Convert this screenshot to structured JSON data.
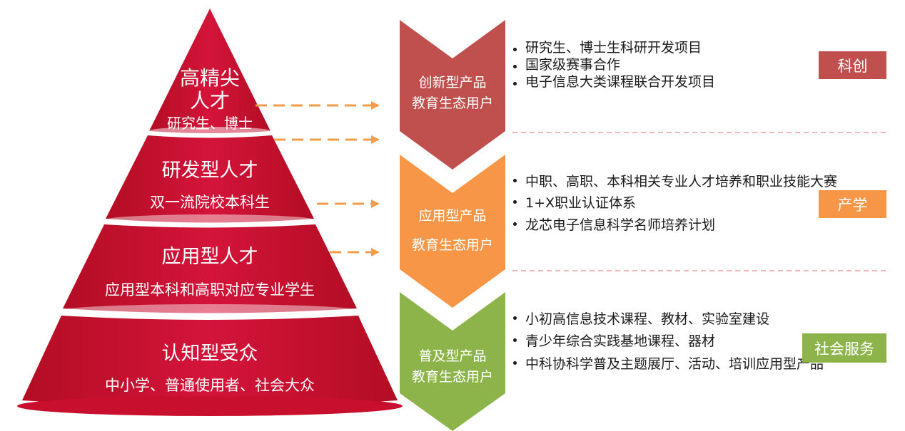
{
  "pyramid": {
    "tiers": [
      {
        "title_line1": "高精尖",
        "title_line2": "人才",
        "subtitle": "研究生、博士"
      },
      {
        "title": "研发型人才",
        "subtitle": "双一流院校本科生"
      },
      {
        "title": "应用型人才",
        "subtitle": "应用型本科和高职对应专业学生"
      },
      {
        "title": "认知型受众",
        "subtitle": "中小学、普通使用者、社会大众"
      }
    ],
    "color": "#c8102e"
  },
  "chevrons": [
    {
      "line1": "创新型产品",
      "line2": "教育生态用户",
      "color": "#c0504d"
    },
    {
      "line1": "应用型产品",
      "line2": "教育生态用户",
      "color": "#f79646"
    },
    {
      "line1": "普及型产品",
      "line2": "教育生态用户",
      "color": "#8db44a"
    }
  ],
  "sections": [
    {
      "items": [
        "研究生、博士生科研开发项目",
        "国家级赛事合作",
        "电子信息大类课程联合开发项目"
      ],
      "tag": "科创",
      "tag_color": "#c0504d"
    },
    {
      "items": [
        "中职、高职、本科相关专业人才培养和职业技能大赛",
        "1+X职业认证体系",
        "龙芯电子信息科学名师培养计划"
      ],
      "tag": "产学",
      "tag_color": "#f79646"
    },
    {
      "items": [
        "小初高信息技术课程、教材、实验室建设",
        "青少年综合实践基地课程、器材",
        "中科协科学普及主题展厅、活动、培训应用型产品"
      ],
      "tag": "社会服务",
      "tag_color": "#8db44a"
    }
  ],
  "connector_color": "#f39c4a",
  "divider_color": "#e8a0a8"
}
